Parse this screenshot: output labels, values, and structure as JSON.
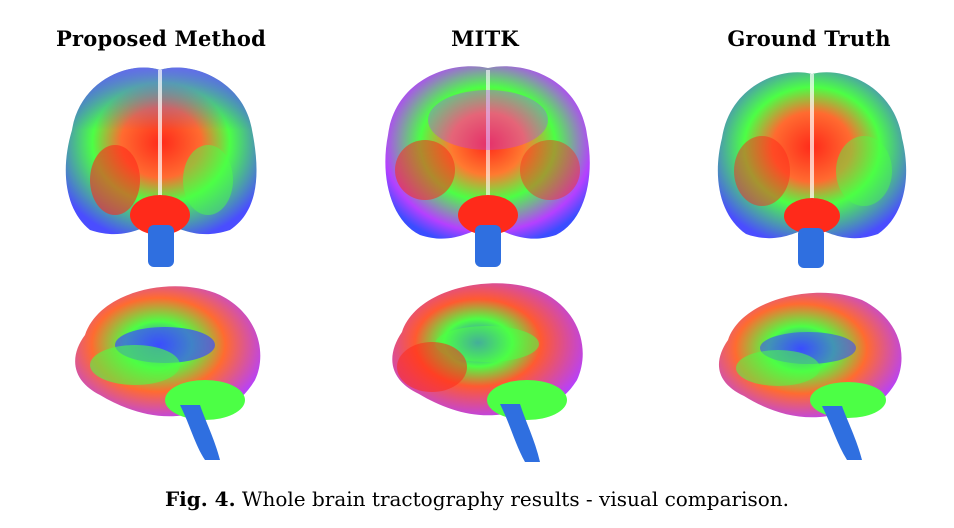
{
  "figure": {
    "columns": [
      {
        "title": "Proposed Method"
      },
      {
        "title": "MITK"
      },
      {
        "title": "Ground Truth"
      }
    ],
    "rows": [
      {
        "view": "coronal"
      },
      {
        "view": "sagittal"
      }
    ],
    "caption": {
      "label": "Fig. 4.",
      "text": "Whole brain tractography results - visual comparison."
    },
    "colors": {
      "left_right": "#ff2a1a",
      "anterior_posterior": "#2bff3a",
      "superior_inferior": "#3a4dff",
      "magenta_mix": "#b540ff",
      "brainstem": "#2f6fe0"
    }
  }
}
